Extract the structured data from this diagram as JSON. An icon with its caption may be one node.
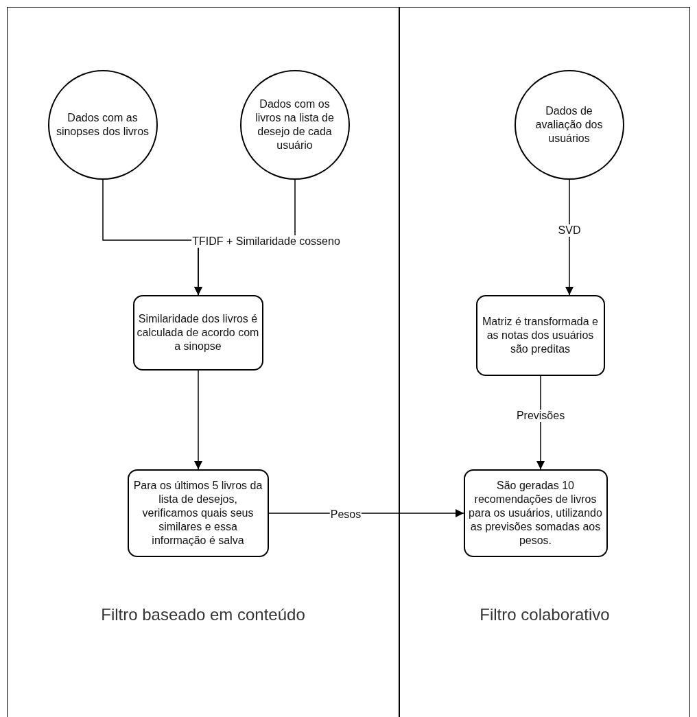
{
  "diagram": {
    "nodes": [
      {
        "text": [
          "Filtro baseado em conteúdo"
        ]
      },
      {
        "text": [
          "Filtro colaborativo"
        ]
      },
      {
        "text": [
          "Dados com as sinopses dos livros"
        ],
        "in": 0
      },
      {
        "text": [
          "Dados com os livros na lista de desejo de cada usuário"
        ],
        "in": 0
      },
      {
        "text": [
          "Similaridade dos livros é calculada de acordo com a sinopse"
        ],
        "in": 0
      },
      {
        "text": [
          "Para os últimos 5 livros da lista de desejos, verificamos quais seus similares e essa informação é salva"
        ],
        "in": 0
      },
      {
        "text": [
          "Dados de avaliação dos usuários"
        ],
        "in": 1
      },
      {
        "text": [
          "Matriz é transformada e as notas dos usuários são preditas"
        ],
        "in": 1
      },
      {
        "text": [
          "São geradas 10 recomendações de livros para os usuários, utilizando as previsões somadas aos pesos."
        ],
        "in": 1
      }
    ],
    "edges": [
      {
        "from": 2,
        "to": 4,
        "arrow": "to",
        "label": "TFIDF + Similaridade cosseno"
      },
      {
        "from": 3,
        "to": 4,
        "arrow": "to"
      },
      {
        "from": 4,
        "to": 5,
        "arrow": "to"
      },
      {
        "from": 6,
        "to": 7,
        "arrow": "to",
        "label": "SVD"
      },
      {
        "from": 7,
        "to": 8,
        "arrow": "to",
        "label": "Previsões"
      },
      {
        "from": 5,
        "to": 8,
        "arrow": "to",
        "label": "Pesos"
      }
    ]
  }
}
